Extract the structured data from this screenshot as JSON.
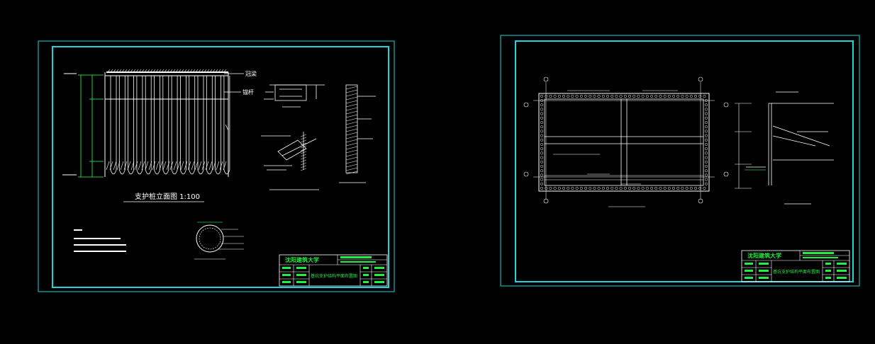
{
  "colors": {
    "background": "#000000",
    "sheet_border": "#22d3d8",
    "inner_border": "#22d3d8",
    "line": "#ffffff",
    "dimension": "#22cc44",
    "hatch": "#ffffff",
    "text": "#ffffff",
    "title_text": "#22ee44"
  },
  "left_sheet": {
    "section_title": "支护桩立面图 1:100",
    "labels": {
      "label_1": "冠梁",
      "label_2": "锚杆"
    },
    "title_block": {
      "school": "沈阳建筑大学",
      "drawing_title": "基坑支护结构平面布置图"
    }
  },
  "right_sheet": {
    "title_block": {
      "school": "沈阳建筑大学",
      "drawing_title": "基坑支护结构平面布置图"
    }
  }
}
